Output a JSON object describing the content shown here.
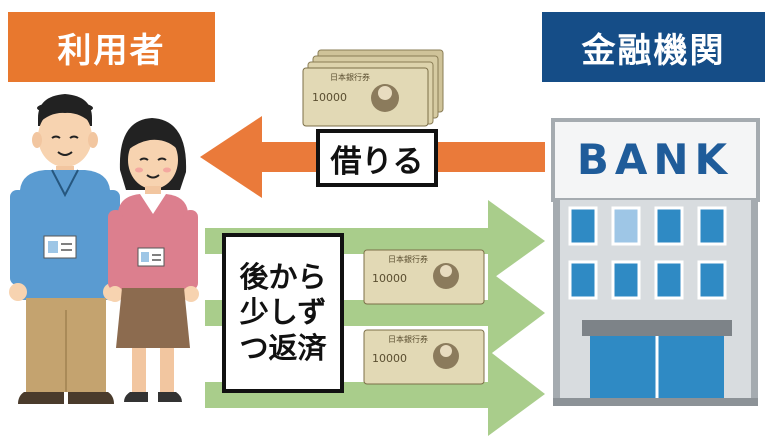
{
  "labels": {
    "user": "利用者",
    "bank": "金融機関"
  },
  "borrow_caption": "借りる",
  "repay_caption": [
    "後から",
    "少しずつ",
    "返済"
  ],
  "repay_caption_lines": [
    "後から",
    "少しず",
    "つ返済"
  ],
  "bank_sign": "BANK",
  "banknote": {
    "denomination": "10000",
    "header": "日本銀行券"
  },
  "colors": {
    "user_label_bg": "#e8782e",
    "bank_label_bg": "#154d87",
    "borrow_arrow": "#ea7a3a",
    "repay_arrow": "#a9cd8b",
    "bank_building": "#a5abb0",
    "bank_window": "#2f8ac4",
    "banknote": "#d9cfa6"
  }
}
